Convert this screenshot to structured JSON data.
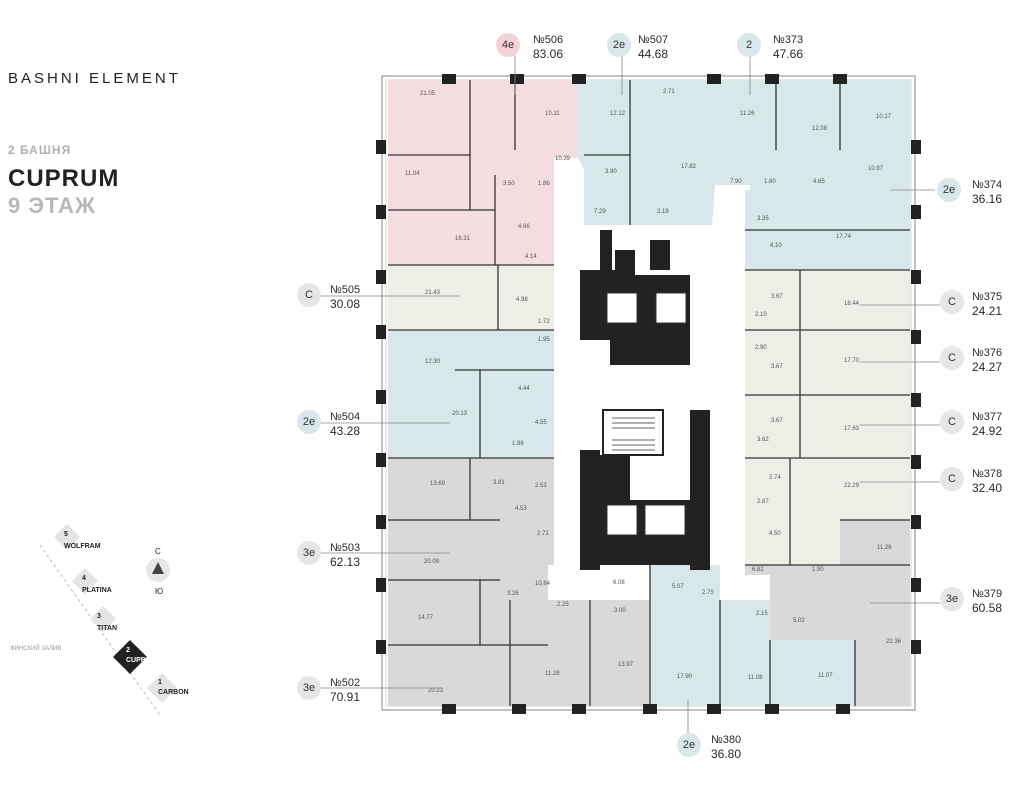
{
  "header": {
    "brand": "BASHNI ELEMENT",
    "tower_label": "2 БАШНЯ",
    "building": "CUPRUM",
    "floor": "9 ЭТАЖ"
  },
  "apartments": [
    {
      "id": "a506",
      "number": "№506",
      "area": "83.06",
      "type": "4е",
      "color": "#f3dde1"
    },
    {
      "id": "a507",
      "number": "№507",
      "area": "44.68",
      "type": "2е",
      "color": "#d7e7ea"
    },
    {
      "id": "a373",
      "number": "№373",
      "area": "47.66",
      "type": "2",
      "color": "#d7e7ea"
    },
    {
      "id": "a374",
      "number": "№374",
      "area": "36.16",
      "type": "2е",
      "color": "#d7e7ea"
    },
    {
      "id": "a505",
      "number": "№505",
      "area": "30.08",
      "type": "С",
      "color": "#eeeee6"
    },
    {
      "id": "a375",
      "number": "№375",
      "area": "24.21",
      "type": "С",
      "color": "#eeeee6"
    },
    {
      "id": "a376",
      "number": "№376",
      "area": "24.27",
      "type": "С",
      "color": "#eeeee6"
    },
    {
      "id": "a504",
      "number": "№504",
      "area": "43.28",
      "type": "2е",
      "color": "#d7e7ea"
    },
    {
      "id": "a377",
      "number": "№377",
      "area": "24.92",
      "type": "С",
      "color": "#eeeee6"
    },
    {
      "id": "a378",
      "number": "№378",
      "area": "32.40",
      "type": "С",
      "color": "#eeeee6"
    },
    {
      "id": "a503",
      "number": "№503",
      "area": "62.13",
      "type": "3е",
      "color": "#d9d9d9"
    },
    {
      "id": "a379",
      "number": "№379",
      "area": "60.58",
      "type": "3е",
      "color": "#d9d9d9"
    },
    {
      "id": "a502",
      "number": "№502",
      "area": "70.91",
      "type": "3е",
      "color": "#d9d9d9"
    },
    {
      "id": "a380",
      "number": "№380",
      "area": "36.80",
      "type": "2е",
      "color": "#d7e7ea"
    }
  ],
  "room_areas": [
    "21.05",
    "10.11",
    "10.39",
    "11.04",
    "3.50",
    "1.86",
    "4.66",
    "4.14",
    "16.31",
    "12.12",
    "2.71",
    "17.82",
    "3.90",
    "7.29",
    "2.19",
    "11.26",
    "12.08",
    "10.17",
    "7.90",
    "1.60",
    "4.65",
    "10.97",
    "3.35",
    "4.10",
    "17.74",
    "21.43",
    "4.98",
    "1.72",
    "1.95",
    "3.67",
    "18.44",
    "2.10",
    "2.90",
    "17.70",
    "12.30",
    "4.44",
    "20.13",
    "4.55",
    "1.86",
    "3.67",
    "3.67",
    "17.63",
    "3.62",
    "13.69",
    "3.81",
    "2.53",
    "4.53",
    "2.74",
    "22.29",
    "2.87",
    "4.50",
    "11.26",
    "20.09",
    "2.71",
    "10.84",
    "6.82",
    "1.90",
    "3.26",
    "2.25",
    "6.08",
    "5.07",
    "2.75",
    "2.15",
    "5.02",
    "22.36",
    "14.77",
    "3.00",
    "11.28",
    "13.97",
    "17.90",
    "11.08",
    "11.07",
    "20.23"
  ],
  "legend": {
    "towers": [
      {
        "num": "5",
        "name": "WOLFRAM"
      },
      {
        "num": "4",
        "name": "PLATINA"
      },
      {
        "num": "3",
        "name": "TITAN"
      },
      {
        "num": "2",
        "name": "CUPRUM"
      },
      {
        "num": "1",
        "name": "CARBON"
      }
    ],
    "north": "С",
    "south": "Ю",
    "bay": "ФИНСКИЙ ЗАЛИВ"
  }
}
